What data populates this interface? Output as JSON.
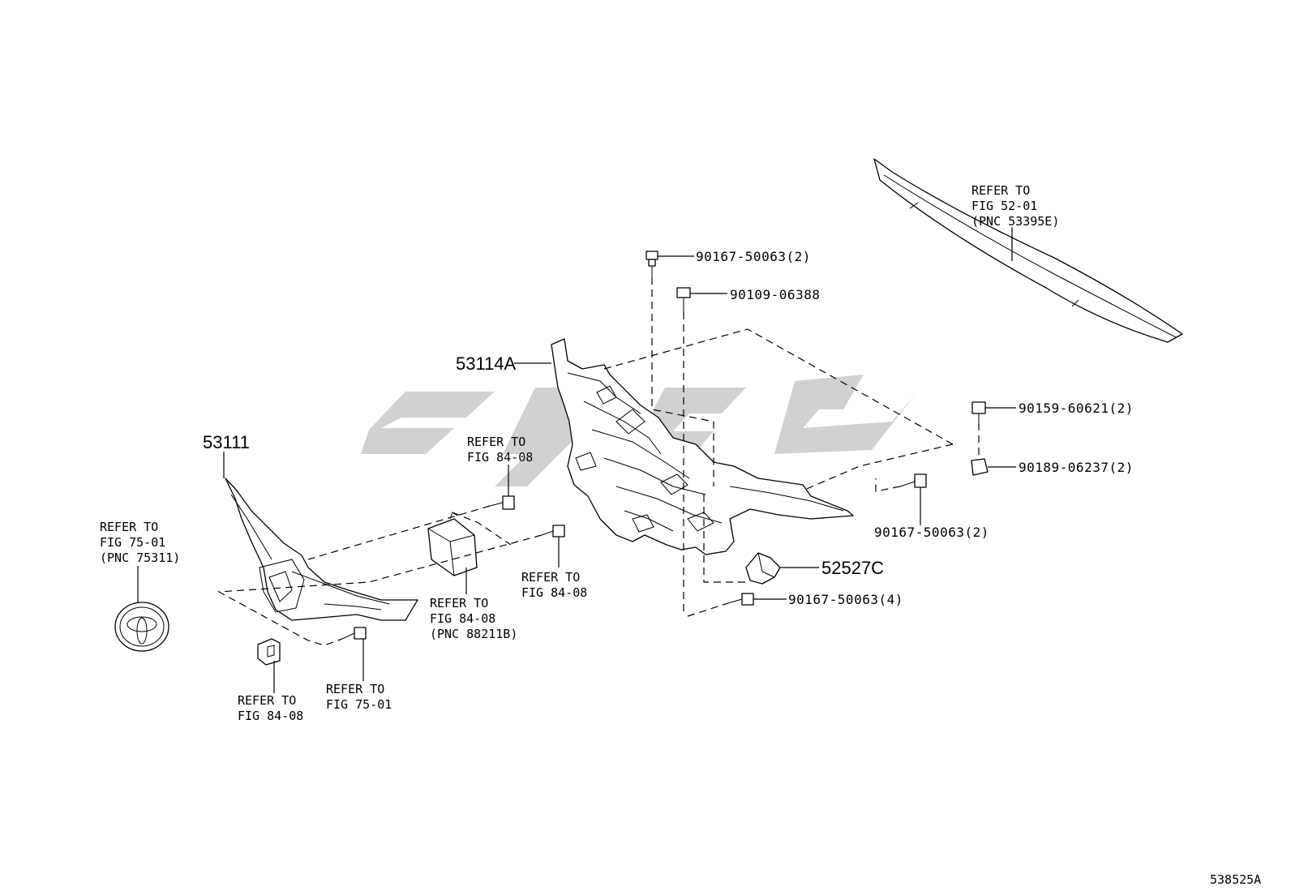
{
  "diagram_id": "538525A",
  "labels": {
    "trim_ref": [
      "REFER TO",
      "FIG 52-01",
      "(PNC 53395E)"
    ],
    "bolt_top": "90167-50063(2)",
    "bolt_second": "90109-06388",
    "bracket": "53114A",
    "grille": "53111",
    "emblem_ref": [
      "REFER TO",
      "FIG 75-01",
      "(PNC 75311)"
    ],
    "ref_8408_a": [
      "REFER TO",
      "FIG 84-08"
    ],
    "ref_8408_b": [
      "REFER TO",
      "FIG 84-08"
    ],
    "ref_sensor": [
      "REFER TO",
      "FIG 84-08",
      "(PNC 88211B)"
    ],
    "ref_8408_c": [
      "REFER TO",
      "FIG 84-08"
    ],
    "ref_7501": [
      "REFER TO",
      "FIG 75-01"
    ],
    "bolt_right_a": "90159-60621(2)",
    "clip_right": "90189-06237(2)",
    "bolt_right_b": "90167-50063(2)",
    "bracket_c": "52527C",
    "bolt_bottom": "90167-50063(4)"
  }
}
